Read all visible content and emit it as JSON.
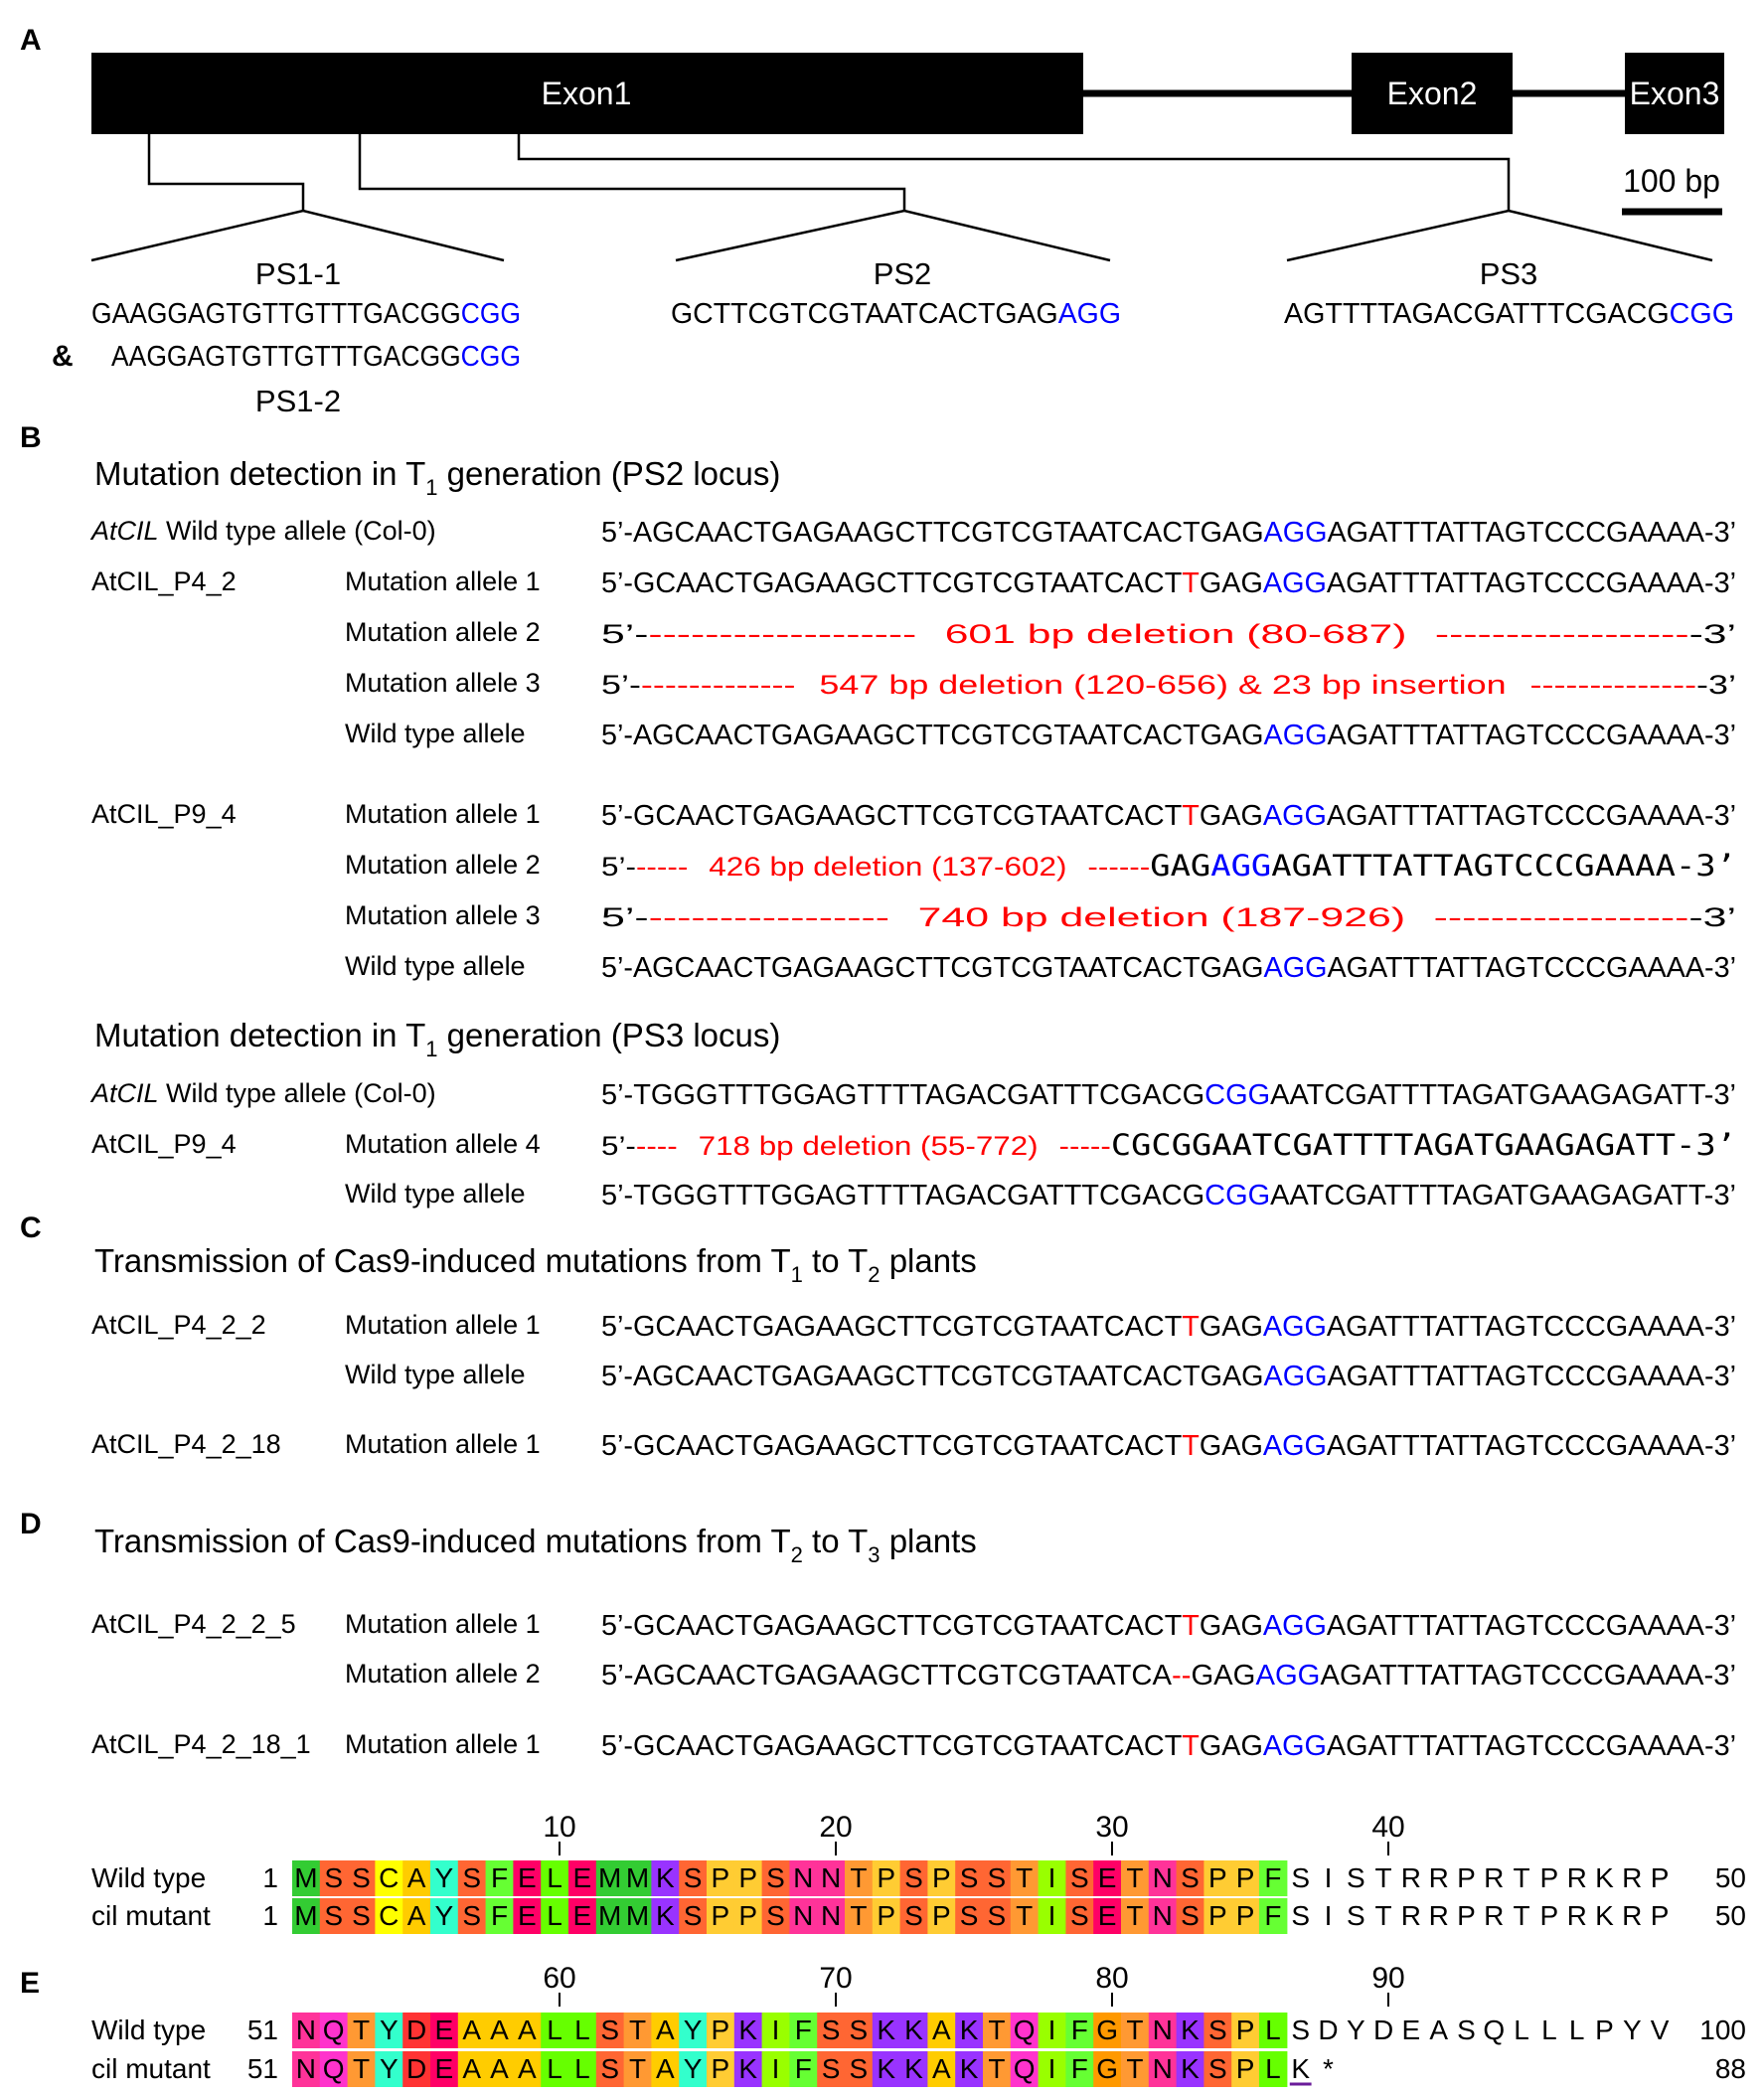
{
  "panelA": {
    "letter": "A",
    "exons": [
      "Exon1",
      "Exon2",
      "Exon3"
    ],
    "scale": "100 bp",
    "ps11": {
      "label": "PS1-1",
      "spacer": "GAAGGAGTGTTGTTTGACGG",
      "pam": "CGG"
    },
    "amp": "&",
    "ps12": {
      "label": "PS1-2",
      "spacer": "AAGGAGTGTTGTTTGACGG",
      "pam": "CGG"
    },
    "ps2": {
      "label": "PS2",
      "spacer": "GCTTCGTCGTAATCACTGAG",
      "pam": "AGG"
    },
    "ps3": {
      "label": "PS3",
      "spacer": "AGTTTTAGACGATTTCGACG",
      "pam": "CGG"
    }
  },
  "panelB": {
    "letter": "B",
    "title_ps2": {
      "a": "Mutation detection in T",
      "sub": "1",
      "b": " generation (PS2 locus)"
    },
    "title_ps3": {
      "a": "Mutation detection in T",
      "sub": "1",
      "b": " generation (PS3 locus)"
    },
    "wt2": {
      "gene": "AtCIL",
      "label": " Wild type allele (Col-0)",
      "pre": "5’-AGCAACTGAGAA",
      "grna": "GCTTCGTCGTAATCACTGAG",
      "pam": "AGG",
      "post": "AGATTTATTAGTCCCGAAAA-3’"
    },
    "p42": {
      "line": "AtCIL_P4_2",
      "m1": {
        "label": "Mutation allele 1",
        "pre": "5’-GCAACTGAGAAGCTTCGTCGTAATCACT",
        "ins": "T",
        "mid": "GAG",
        "pam": "AGG",
        "post": "AGATTTATTAGTCCCGAAAA-3’"
      },
      "m2": {
        "label": "Mutation allele 2",
        "start": "5’-",
        "dash1": "-------------------",
        "note": "601 bp deletion (80-687)",
        "dash2": "------------------",
        "end": "-3’"
      },
      "m3": {
        "label": "Mutation allele 3",
        "start": "5’-",
        "dash1": "-------------",
        "note": "547 bp deletion (120-656) & 23 bp insertion",
        "dash2": "--------------",
        "end": "-3’"
      },
      "wt": {
        "label": "Wild type allele",
        "pre": "5’-AGCAACTGAGAAGCTTCGTCGTAATCACTGAG",
        "pam": "AGG",
        "post": "AGATTTATTAGTCCCGAAAA-3’"
      }
    },
    "p94": {
      "line": "AtCIL_P9_4",
      "m1": {
        "label": "Mutation allele 1",
        "pre": "5’-GCAACTGAGAAGCTTCGTCGTAATCACT",
        "ins": "T",
        "mid": "GAG",
        "pam": "AGG",
        "post": "AGATTTATTAGTCCCGAAAA-3’"
      },
      "m2": {
        "label": "Mutation allele 2",
        "start": "5’-",
        "dash1": "-----",
        "note": "426 bp deletion (137-602)",
        "dash2": "------",
        "tail": "GAG",
        "pam": "AGG",
        "post": "AGATTTATTAGTCCCGAAAA-3’"
      },
      "m3": {
        "label": "Mutation allele 3",
        "start": "5’-",
        "dash1": "-----------------",
        "note": "740 bp deletion (187-926)",
        "dash2": "------------------",
        "end": "-3’"
      },
      "wt": {
        "label": "Wild type allele",
        "pre": "5’-AGCAACTGAGAAGCTTCGTCGTAATCACTGAG",
        "pam": "AGG",
        "post": "AGATTTATTAGTCCCGAAAA-3’"
      }
    },
    "wt3": {
      "gene": "AtCIL",
      "label": " Wild type allele (Col-0)",
      "pre": "5’-TGGGTTTGG",
      "grna": "AGTTTTAGACGATTTCGACG",
      "pam": "CGG",
      "post": "AATCGATTTTAGATGAAGAGATT-3’"
    },
    "p94b": {
      "line": "AtCIL_P9_4",
      "m4": {
        "label": "Mutation allele 4",
        "start": "5’-",
        "dash1": "----",
        "note": "718 bp deletion (55-772)",
        "dash2": "-----",
        "tail": "CGCGGAATCGATTTTAGATGAAGAGATT-3’"
      },
      "wt": {
        "label": "Wild type allele",
        "pre": "5’-TGGGTTTGGAGTTTTAGACGATTTCGACG",
        "pam": "CGG",
        "post": "AATCGATTTTAGATGAAGAGATT-3’"
      }
    }
  },
  "panelC": {
    "letter": "C",
    "title": {
      "a": "Transmission of Cas9-induced mutations from T",
      "s1": "1",
      "b": " to T",
      "s2": "2",
      "c": " plants"
    },
    "p422": {
      "line": "AtCIL_P4_2_2",
      "m1": {
        "label": "Mutation allele 1",
        "pre": "5’-GCAACTGAGAAGCTTCGTCGTAATCACT",
        "ins": "T",
        "mid": "GAG",
        "pam": "AGG",
        "post": "AGATTTATTAGTCCCGAAAA-3’"
      },
      "wt": {
        "label": "Wild type allele",
        "pre": "5’-AGCAACTGAGAAGCTTCGTCGTAATCACTGAG",
        "pam": "AGG",
        "post": "AGATTTATTAGTCCCGAAAA-3’"
      }
    },
    "p4218": {
      "line": "AtCIL_P4_2_18",
      "m1": {
        "label": "Mutation allele 1",
        "pre": "5’-GCAACTGAGAAGCTTCGTCGTAATCACT",
        "ins": "T",
        "mid": "GAG",
        "pam": "AGG",
        "post": "AGATTTATTAGTCCCGAAAA-3’"
      }
    }
  },
  "panelD": {
    "letter": "D",
    "title": {
      "a": "Transmission of Cas9-induced mutations from T",
      "s1": "2",
      "b": " to T",
      "s2": "3",
      "c": " plants"
    },
    "p4225": {
      "line": "AtCIL_P4_2_2_5",
      "m1": {
        "label": "Mutation allele 1",
        "pre": "5’-GCAACTGAGAAGCTTCGTCGTAATCACT",
        "ins": "T",
        "mid": "GAG",
        "pam": "AGG",
        "post": "AGATTTATTAGTCCCGAAAA-3’"
      },
      "m2": {
        "label": "Mutation allele 2",
        "pre": "5’-AGCAACTGAGAAGCTTCGTCGTAATCA",
        "del": "--",
        "mid": "GAG",
        "pam": "AGG",
        "post": "AGATTTATTAGTCCCGAAAA-3’"
      }
    },
    "p42181": {
      "line": "AtCIL_P4_2_18_1",
      "m1": {
        "label": "Mutation allele 1",
        "pre": "5’-GCAACTGAGAAGCTTCGTCGTAATCACT",
        "ins": "T",
        "mid": "GAG",
        "pam": "AGG",
        "post": "AGATTTATTAGTCCCGAAAA-3’"
      }
    }
  },
  "panelE": {
    "letter": "E",
    "block1": {
      "ticks": [
        "10",
        "20",
        "30",
        "40"
      ],
      "wt": {
        "name": "Wild type",
        "start": "1",
        "seq": "MSSCAYSFELEMMKSPPSNNTPSPSSTISETNSPPFSISTRRPRTPRKRP",
        "end": "50"
      },
      "mut": {
        "name": "cil mutant",
        "start": "1",
        "seq": "MSSCAYSFELEMMKSPPSNNTPSPSSTISETNSPPFSISTRRPRTPRKRP",
        "end": "50"
      }
    },
    "block2": {
      "ticks": [
        "60",
        "70",
        "80",
        "90"
      ],
      "wt": {
        "name": "Wild type",
        "start": "51",
        "seq": "NQTYDEAAALLSTAYPKIFSSKKAKTQIFGTNKSPLSDYDEASQLLLPYV",
        "end": "100"
      },
      "mut": {
        "name": "cil mutant",
        "start": "51",
        "seq": "NQTYDEAAALLSTAYPKIFSSKKAKTQIFGTNKSPLK*",
        "end": "88"
      }
    },
    "colors": {
      "M": "#33cc33",
      "S": "#ff6633",
      "C": "#ffff00",
      "A": "#ffcc00",
      "Y": "#33ffcc",
      "F": "#66ff33",
      "E": "#ff0066",
      "L": "#66ff00",
      "K": "#9933ff",
      "P": "#ffcc33",
      "N": "#ff3399",
      "T": "#ff9933",
      "I": "#99ff00",
      "R": "#3333ff",
      "Q": "#ff33cc",
      "D": "#ff3333",
      "G": "#ff9900"
    },
    "colored_count": 36
  },
  "palette": {
    "pam": "#0000ff",
    "mut": "#ff0000",
    "grna_bg": "#c8c8c8"
  }
}
